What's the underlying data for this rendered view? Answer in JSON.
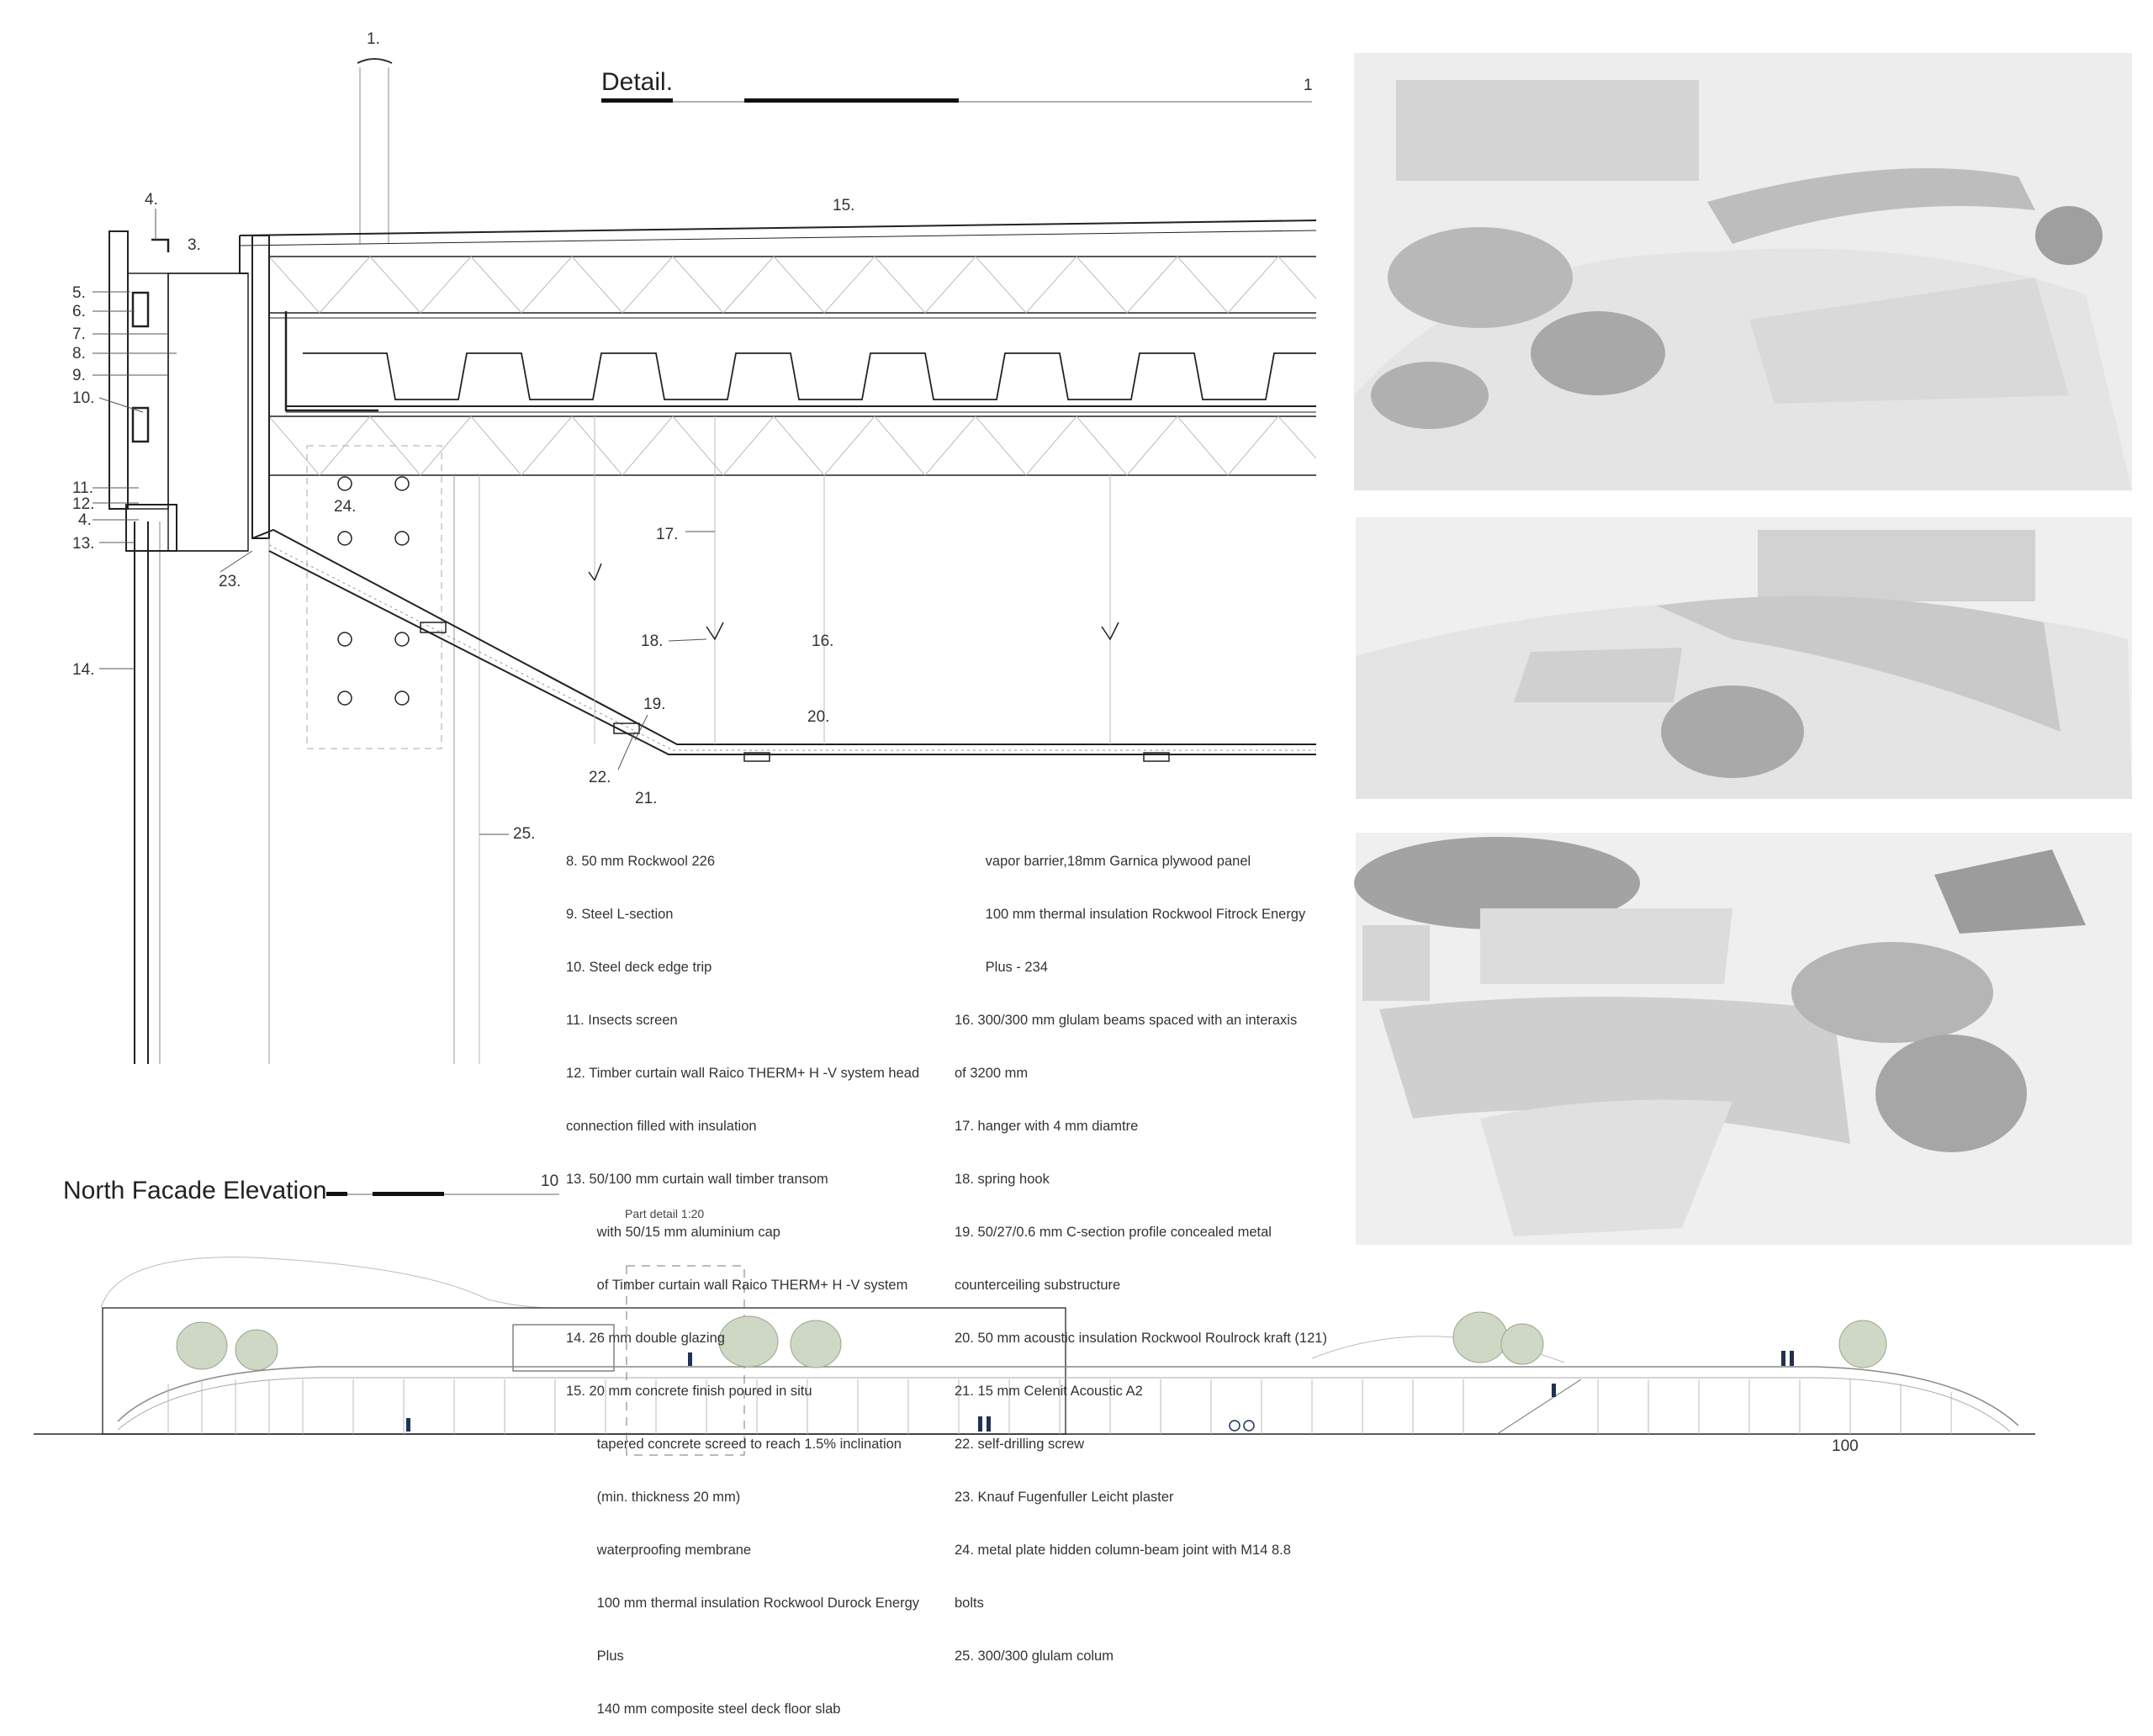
{
  "detail": {
    "title": "Detail.",
    "scale_number": "1",
    "top_label": "1.",
    "callouts_left": [
      "4.",
      "3.",
      "5.",
      "6.",
      "7.",
      "8.",
      "9.",
      "10.",
      "11.",
      "12.",
      "4.",
      "13.",
      "14."
    ],
    "callouts_inner": {
      "c15": "15.",
      "c24": "24.",
      "c23": "23.",
      "c17": "17.",
      "c18": "18.",
      "c16": "16.",
      "c19": "19.",
      "c20": "20.",
      "c22": "22.",
      "c21": "21.",
      "c25": "25."
    }
  },
  "legend": {
    "col1": [
      "8. 50 mm Rockwool 226",
      "9. Steel L-section",
      "10. Steel deck edge trip",
      "11. Insects screen",
      "12. Timber curtain wall Raico THERM+ H -V system head",
      "connection filled with insulation",
      "13. 50/100 mm curtain wall timber transom",
      "        with 50/15 mm aluminium cap",
      "        of Timber curtain wall Raico THERM+ H -V system",
      "14. 26 mm double glazing",
      "15. 20 mm concrete finish poured in situ",
      "        tapered concrete screed to reach 1.5% inclination",
      "        (min. thickness 20 mm)",
      "        waterproofing membrane",
      "        100 mm thermal insulation Rockwool Durock Energy",
      "        Plus",
      "        140 mm composite steel deck floor slab"
    ],
    "col2": [
      "        vapor barrier,18mm Garnica plywood panel",
      "        100 mm thermal insulation Rockwool Fitrock Energy",
      "        Plus - 234",
      "16. 300/300 mm glulam beams spaced with an interaxis",
      "of 3200 mm",
      "17. hanger with 4 mm diamtre",
      "18. spring hook",
      "19. 50/27/0.6 mm C-section profile concealed metal",
      "counterceiling substructure",
      "20. 50 mm acoustic insulation Rockwool Roulrock kraft (121)",
      "21. 15 mm Celenit Acoustic A2",
      "22. self-drilling screw",
      "23. Knauf Fugenfuller Leicht plaster",
      "24. metal plate hidden column-beam joint with M14 8.8",
      "bolts",
      "25. 300/300 glulam colum"
    ]
  },
  "elevation": {
    "title": "North Facade Elevation",
    "scale_number": "10",
    "part_detail": "Part detail 1:20",
    "bottom_scale": "100"
  },
  "colors": {
    "line": "#333333",
    "light": "#9a9a9a",
    "fill_dark": "#111111",
    "render_bg": "#ececec"
  }
}
